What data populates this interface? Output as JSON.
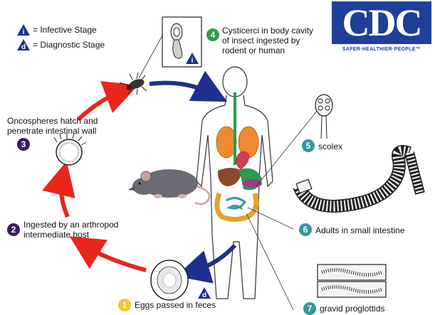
{
  "legend": {
    "infective_letter": "i",
    "infective_label": "= Infective Stage",
    "diagnostic_letter": "d",
    "diagnostic_label": "= Diagnostic Stage"
  },
  "logo": {
    "letters": "CDC",
    "tagline": "SAFER·HEALTHIER·PEOPLE™"
  },
  "stages": [
    {
      "number": "1",
      "text": "Eggs passed in feces",
      "color": "#f4c430"
    },
    {
      "number": "2",
      "text": "Ingested by an arthropod\nintermediate host",
      "color": "#3d1d5e"
    },
    {
      "number": "3",
      "text": "Oncospheres hatch and\npenetrate intestinal wall",
      "color": "#3d1d5e"
    },
    {
      "number": "4",
      "text": "Cysticerci in body cavity\nof insect ingested by\nrodent or human",
      "color": "#2e9a4e"
    },
    {
      "number": "5",
      "text": "scolex",
      "color": "#2f9a9c"
    },
    {
      "number": "6",
      "text": "Adults in small intestine",
      "color": "#2f9a9c"
    },
    {
      "number": "7",
      "text": "gravid proglottids",
      "color": "#2f9a9c"
    }
  ],
  "colors": {
    "arrow_red": "#e8261b",
    "arrow_blue": "#1f2f8f",
    "stage_icon_blue": "#1f2f8f"
  }
}
